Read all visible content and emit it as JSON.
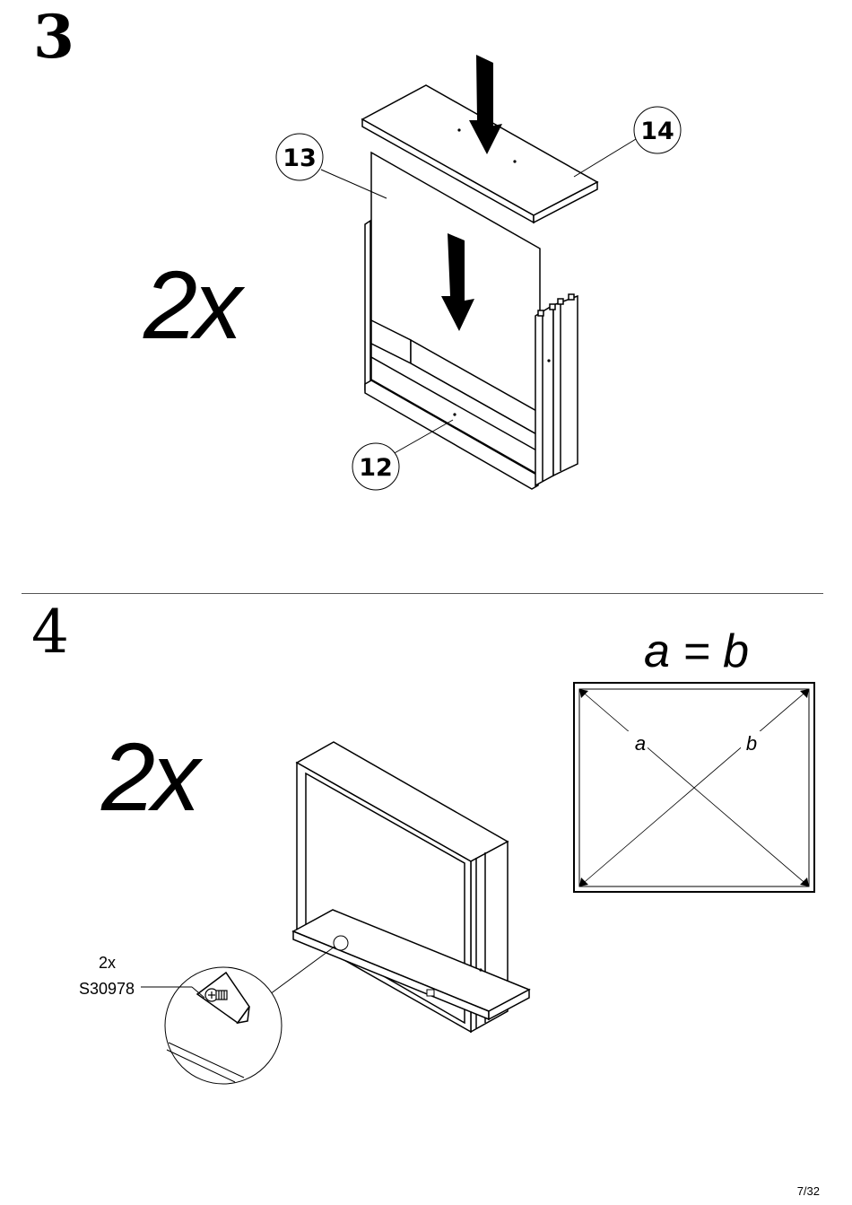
{
  "step3": {
    "number": "3",
    "multiplier": "2x",
    "parts": [
      "13",
      "14",
      "12"
    ]
  },
  "step4": {
    "number": "4",
    "multiplier": "2x",
    "equation": "a = b",
    "diag_a": "a",
    "diag_b": "b",
    "hardware_qty": "2x",
    "hardware_code": "S30978"
  },
  "footer": {
    "page": "7/32"
  }
}
